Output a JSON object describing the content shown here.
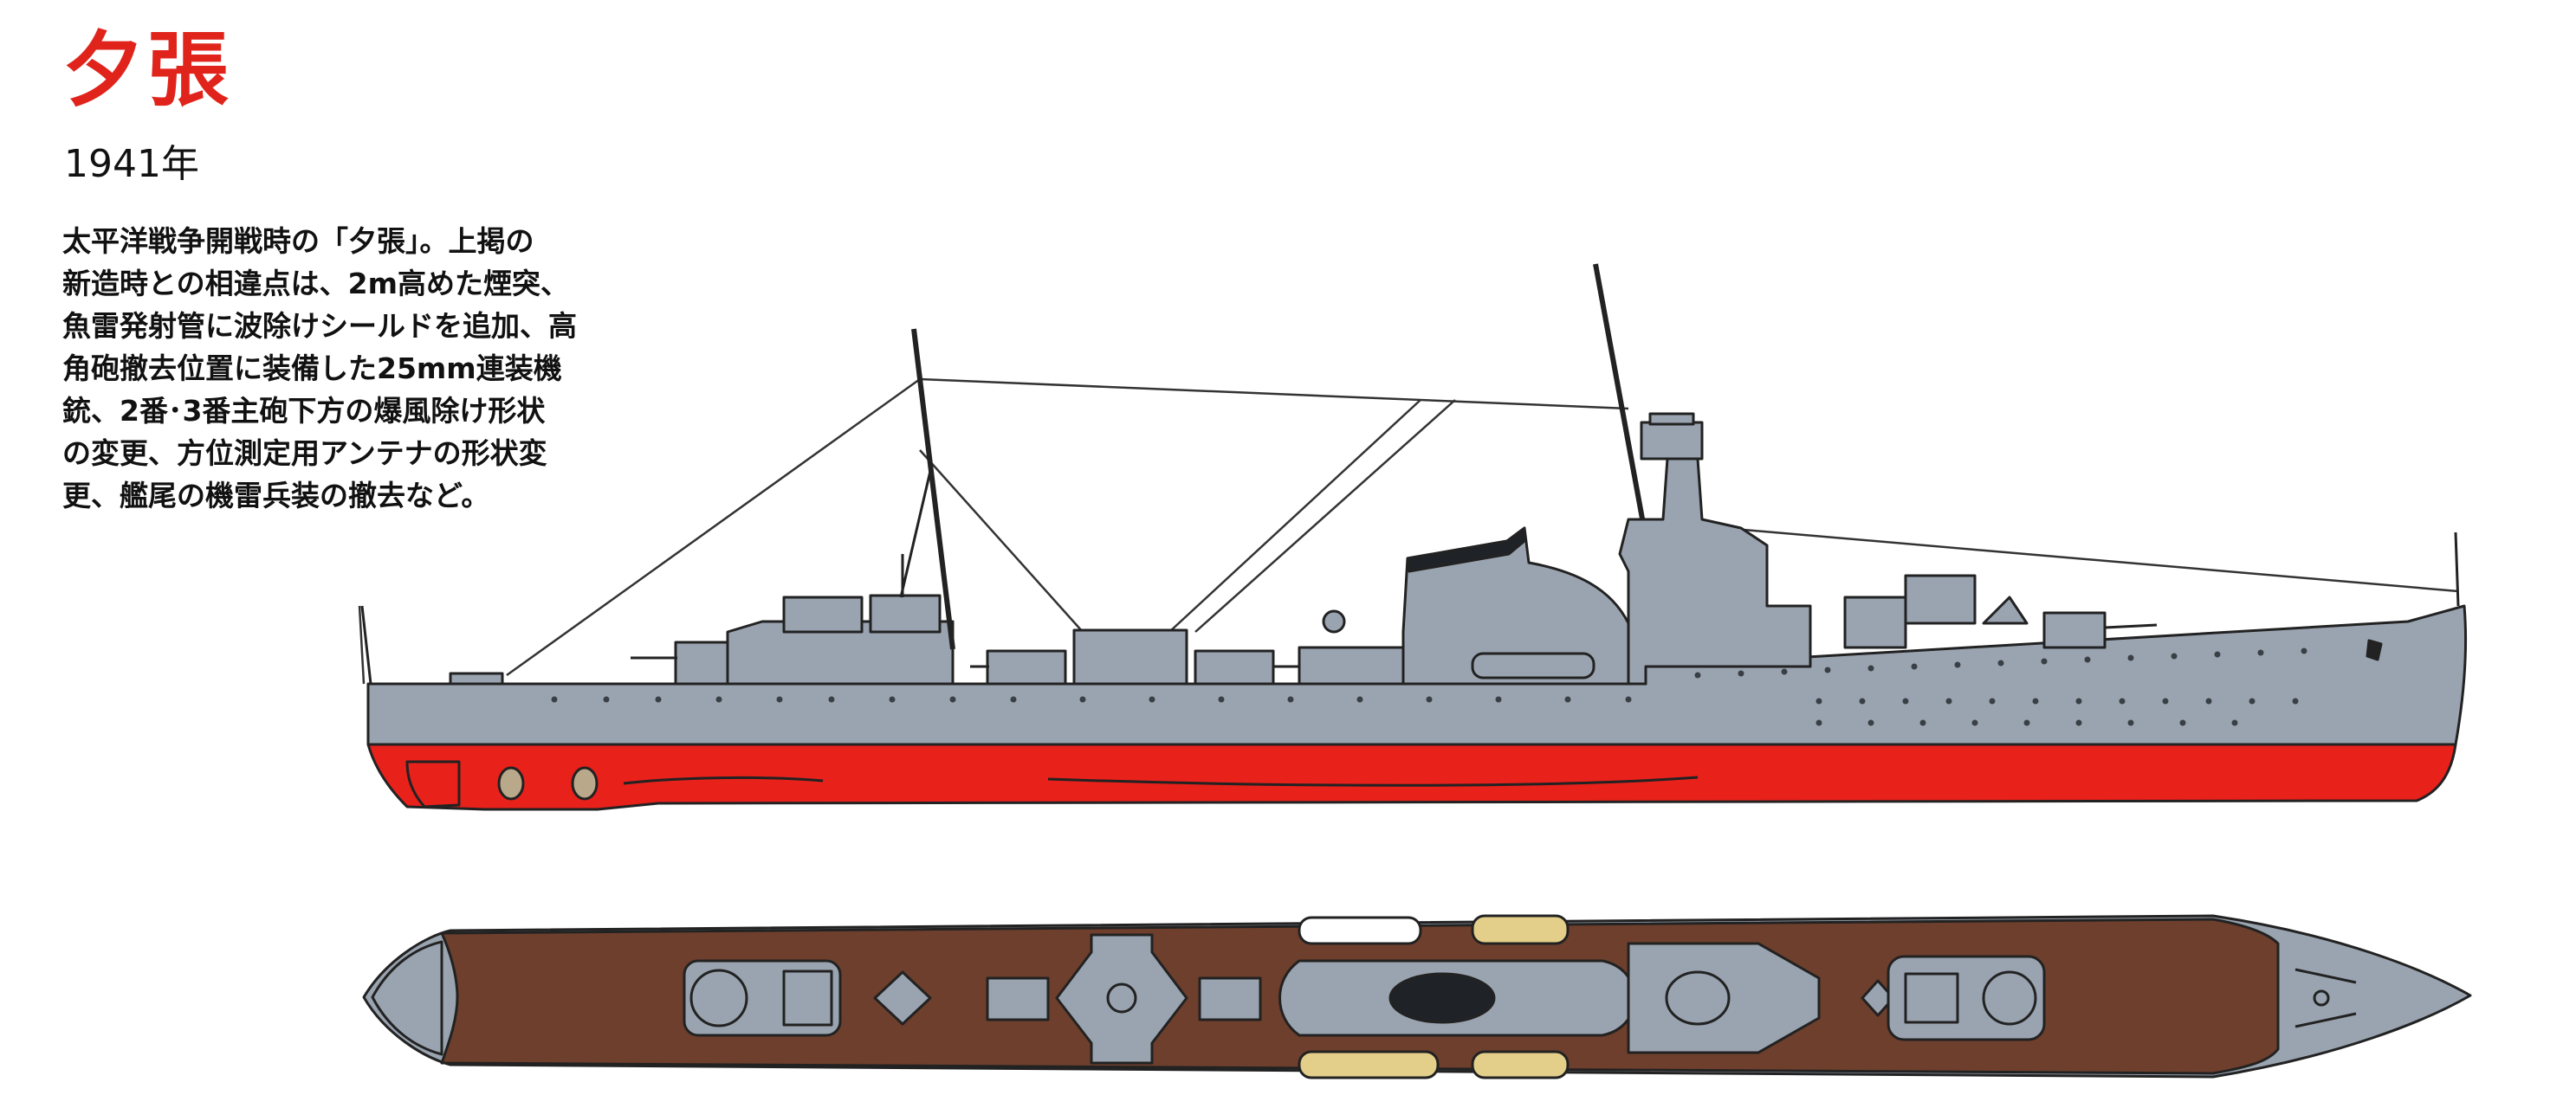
{
  "title": "夕張",
  "year": "1941年",
  "description_lines": [
    "太平洋戦争開戦時の「夕張」。上掲の",
    "新造時との相違点は、2m高めた煙突、",
    "魚雷発射管に波除けシールドを追加、高",
    "角砲撤去位置に装備した25mm連装機",
    "銃、2番･3番主砲下方の爆風除け形状",
    "の変更、方位測定用アンテナの形状変",
    "更、艦尾の機雷兵装の撤去など。"
  ],
  "colors": {
    "title": "#e0241c",
    "hull_grey": "#9aa4b0",
    "hull_red": "#e8211b",
    "deck_brown": "#6e3f2c",
    "outline": "#222222"
  },
  "views": [
    "side-profile",
    "plan-view"
  ]
}
